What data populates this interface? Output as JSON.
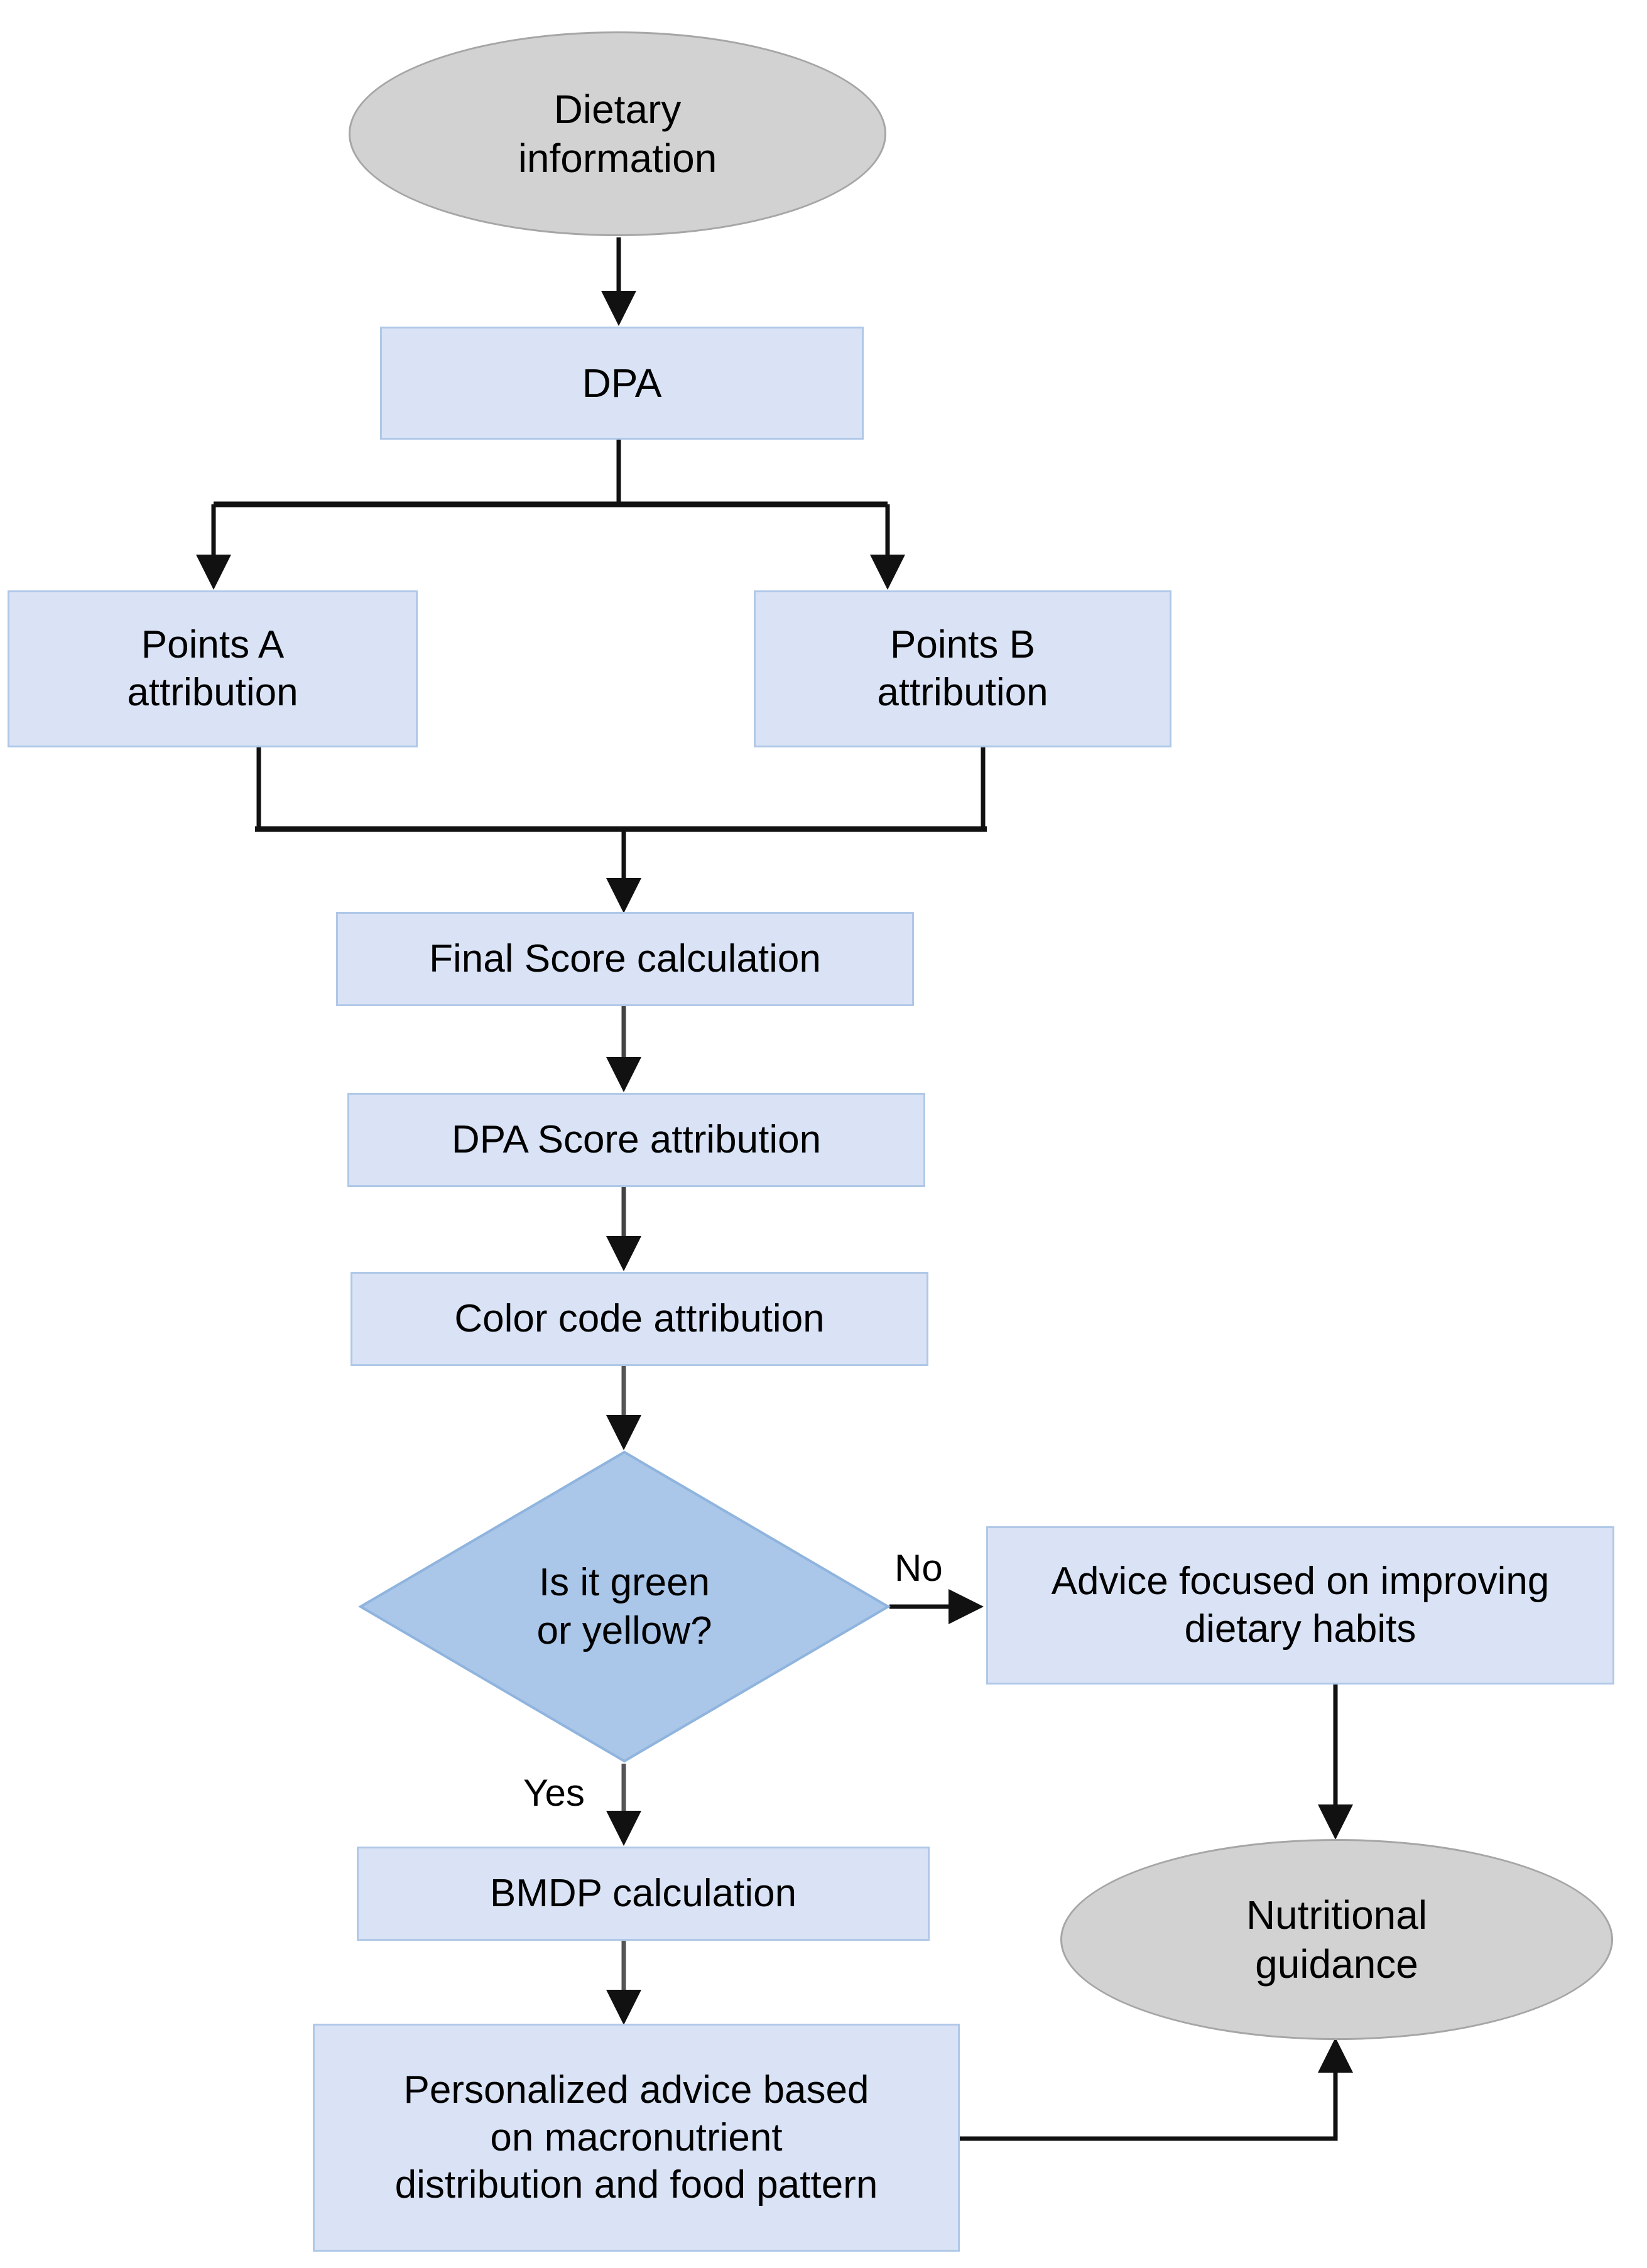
{
  "diagram": {
    "title": "DPA dietary assessment flowchart",
    "colors": {
      "process_fill": "#d9e3f5",
      "process_border": "#b0c8e8",
      "terminator_fill": "#d2d2d2",
      "terminator_border": "#a6a6a6",
      "decision_fill": "#aac6e8",
      "decision_border": "#8fb4de",
      "edge": "#000000",
      "text": "#000000",
      "background": "#ffffff"
    },
    "nodes": [
      {
        "id": "dietary_information",
        "shape": "terminator",
        "label": "Dietary\ninformation"
      },
      {
        "id": "dpa",
        "shape": "process",
        "label": "DPA"
      },
      {
        "id": "points_a",
        "shape": "process",
        "label": "Points A\nattribution"
      },
      {
        "id": "points_b",
        "shape": "process",
        "label": "Points B\nattribution"
      },
      {
        "id": "final_score",
        "shape": "process",
        "label": "Final Score calculation"
      },
      {
        "id": "dpa_score",
        "shape": "process",
        "label": "DPA Score attribution"
      },
      {
        "id": "color_code",
        "shape": "process",
        "label": "Color code attribution"
      },
      {
        "id": "is_green_or_yellow",
        "shape": "decision",
        "label": "Is it green\nor yellow?"
      },
      {
        "id": "advice_improving",
        "shape": "process",
        "label": "Advice focused on improving\ndietary habits"
      },
      {
        "id": "bmdp",
        "shape": "process",
        "label": "BMDP calculation"
      },
      {
        "id": "personalized_advice",
        "shape": "process",
        "label": "Personalized advice based\non macronutrient\ndistribution and food pattern"
      },
      {
        "id": "nutritional_guidance",
        "shape": "terminator",
        "label": "Nutritional\nguidance"
      }
    ],
    "edge_labels": {
      "no": "No",
      "yes": "Yes"
    },
    "node_labels": {
      "dietary_information_line1": "Dietary",
      "dietary_information_line2": "information",
      "dpa": "DPA",
      "points_a_line1": "Points A",
      "points_a_line2": "attribution",
      "points_b_line1": "Points B",
      "points_b_line2": "attribution",
      "final_score": "Final Score calculation",
      "dpa_score": "DPA Score attribution",
      "color_code": "Color code attribution",
      "decision_line1": "Is it green",
      "decision_line2": "or yellow?",
      "advice_line1": "Advice focused on improving",
      "advice_line2": "dietary habits",
      "bmdp": "BMDP calculation",
      "personalized_line1": "Personalized advice based",
      "personalized_line2": "on macronutrient",
      "personalized_line3": "distribution and food pattern",
      "nutritional_line1": "Nutritional",
      "nutritional_line2": "guidance"
    }
  }
}
